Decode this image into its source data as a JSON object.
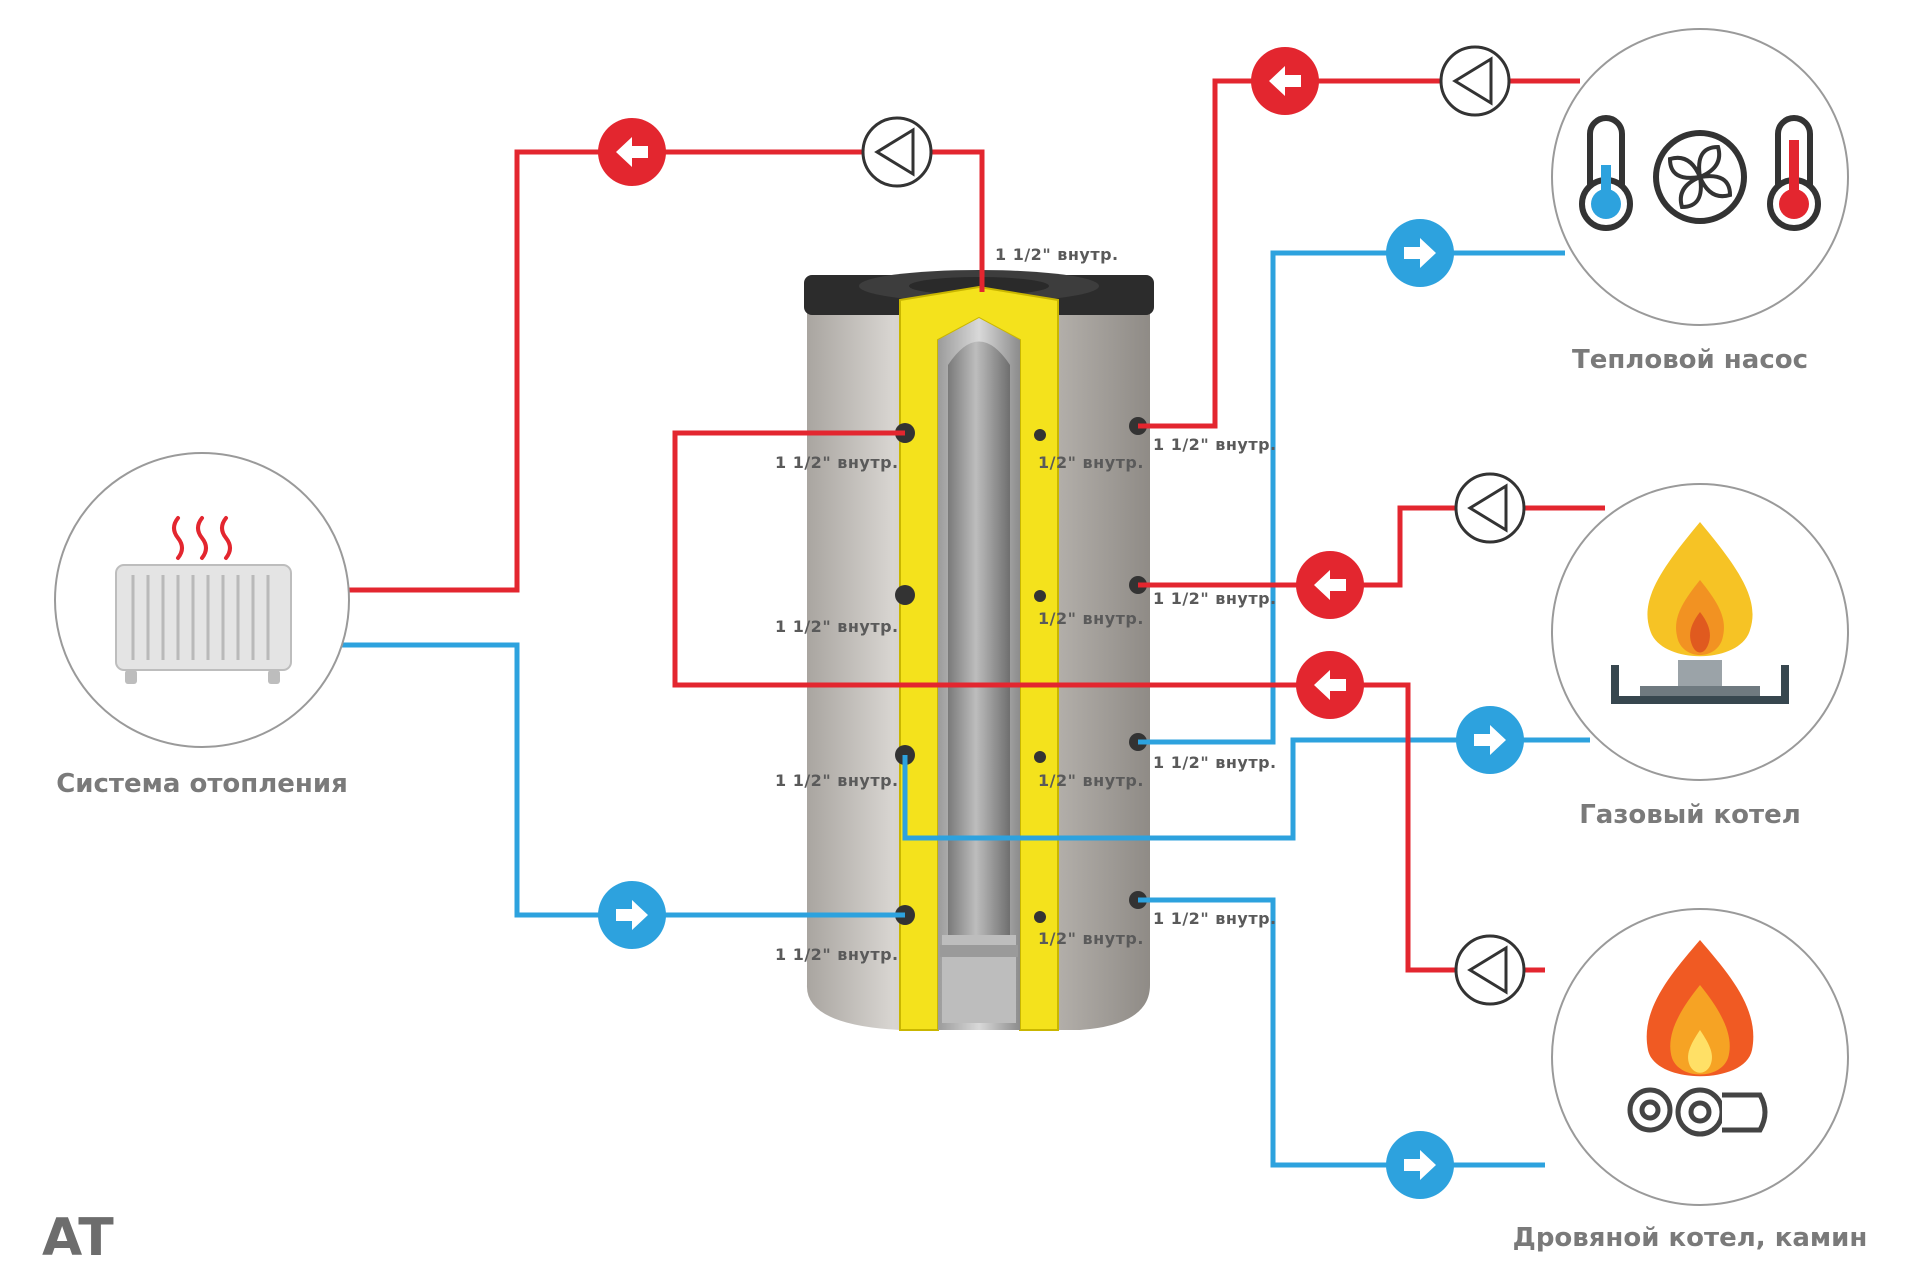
{
  "model_label": "AT",
  "devices": {
    "heating_system": "Система отопления",
    "heat_pump": "Тепловой насос",
    "gas_boiler": "Газовый котел",
    "wood_boiler": "Дровяной котел, камин"
  },
  "connections": {
    "top": "1 1/2\" внутр.",
    "left_1": "1 1/2\" внутр.",
    "left_2": "1 1/2\" внутр.",
    "left_3": "1 1/2\" внутр.",
    "left_4": "1 1/2\" внутр.",
    "mid_1": "1/2\" внутр.",
    "mid_2": "1/2\" внутр.",
    "mid_3": "1/2\" внутр.",
    "mid_4": "1/2\" внутр.",
    "right_1": "1 1/2\" внутр.",
    "right_2": "1 1/2\" внутр.",
    "right_3": "1 1/2\" внутр.",
    "right_4": "1 1/2\" внутр."
  },
  "colors": {
    "supply_pipe": "#e3262f",
    "return_pipe": "#2da2de",
    "insulation": "#f4e21c",
    "tank_shell": "#c9c6c2"
  }
}
